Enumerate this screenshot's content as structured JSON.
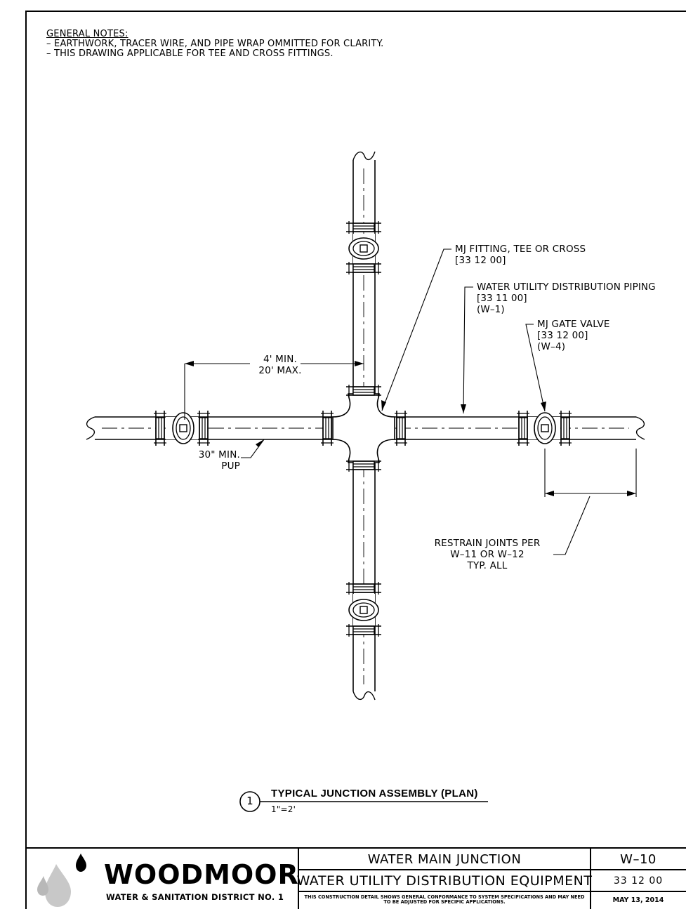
{
  "notes": {
    "heading": "GENERAL NOTES:",
    "items": [
      "– EARTHWORK, TRACER WIRE, AND PIPE WRAP OMMITTED FOR CLARITY.",
      "– THIS DRAWING APPLICABLE FOR TEE AND CROSS FITTINGS."
    ]
  },
  "callouts": {
    "mj_fitting": "MJ FITTING, TEE OR CROSS\n[33 12 00]",
    "piping": "WATER UTILITY DISTRIBUTION PIPING\n[33 11 00]\n(W–1)",
    "gate_valve": "MJ GATE VALVE\n[33 12 00]\n(W–4)",
    "dimension": "4' MIN.\n20' MAX.",
    "pup": "30\" MIN.\nPUP",
    "restrain": "RESTRAIN JOINTS PER\nW–11 OR W–12\nTYP. ALL"
  },
  "detail": {
    "number": "1",
    "title": "TYPICAL JUNCTION ASSEMBLY (PLAN)",
    "scale": "1\"=2'"
  },
  "title_block": {
    "logo_name": "WOODMOOR",
    "logo_sub": "WATER & SANITATION DISTRICT NO. 1",
    "drawing_title": "WATER MAIN JUNCTION",
    "category": "WATER UTILITY DISTRIBUTION EQUIPMENT",
    "disclaimer": "THIS CONSTRUCTION DETAIL SHOWS GENERAL CONFORMANCE TO SYSTEM SPECIFICATIONS AND MAY NEED TO BE ADJUSTED FOR SPECIFIC APPLICATIONS.",
    "drawing_number": "W–10",
    "spec_section": "33 12 00",
    "date": "MAY 13, 2014"
  },
  "colors": {
    "line": "#000000",
    "drop": "#c8c8c8",
    "drop_dark": "#000000"
  }
}
